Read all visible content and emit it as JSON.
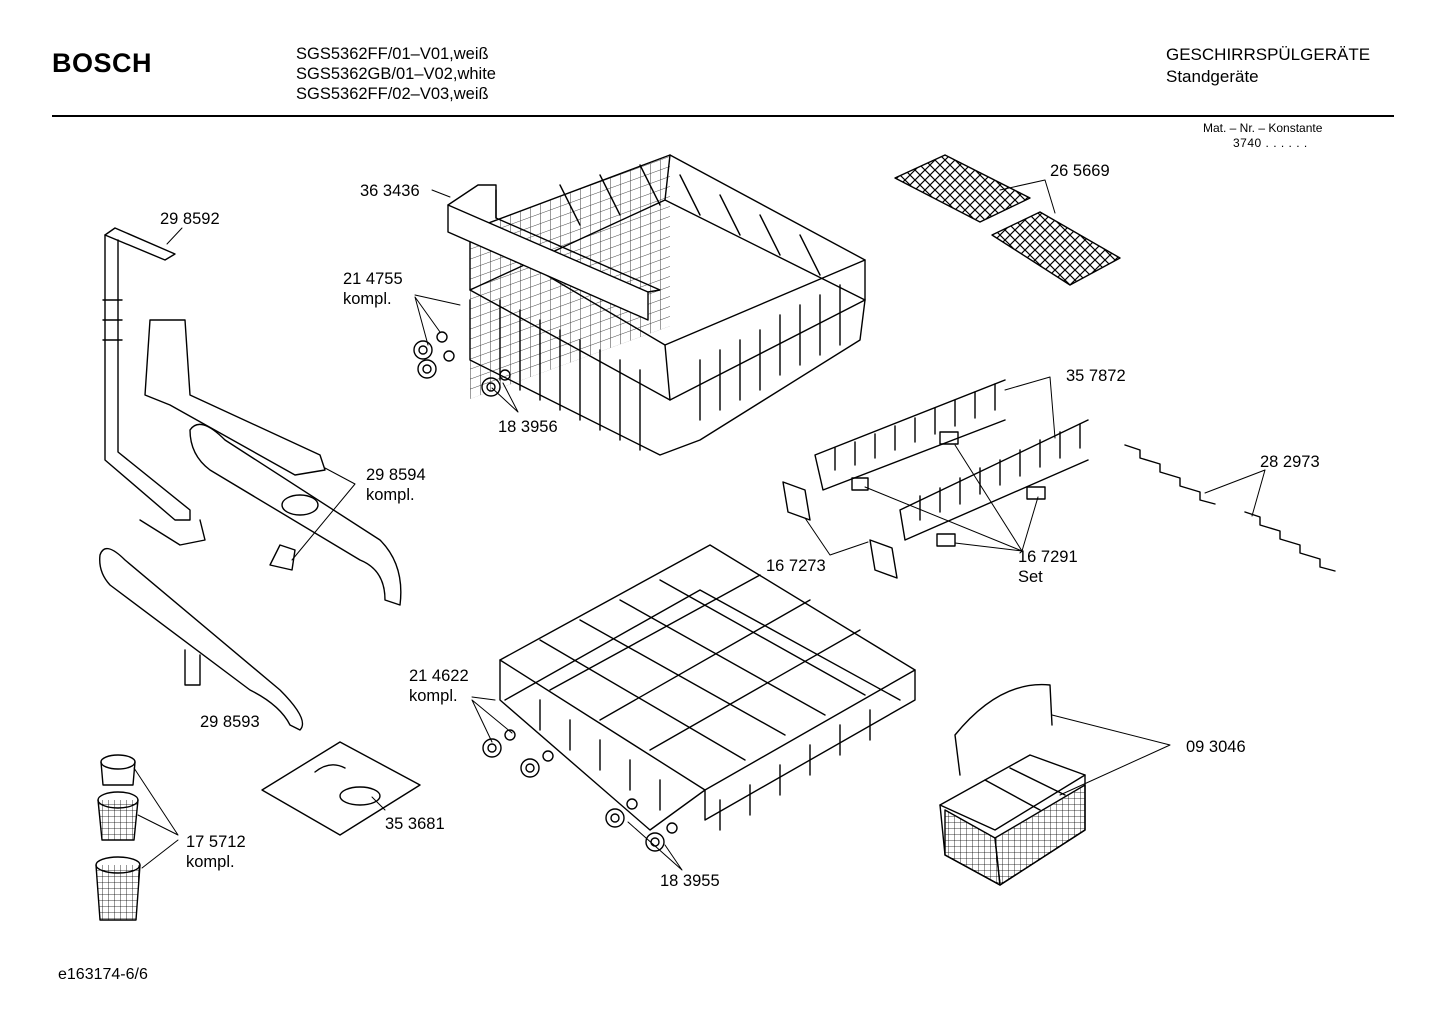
{
  "header": {
    "brand": "BOSCH",
    "models": [
      "SGS5362FF/01–V01,weiß",
      "SGS5362GB/01–V02,white",
      "SGS5362FF/02–V03,weiß"
    ],
    "category": "GESCHIRRSPÜLGERÄTE",
    "subcategory": "Standgeräte",
    "mat_label": "Mat. – Nr. – Konstante",
    "mat_value": "3740  .  .    .  .  .  ."
  },
  "parts": {
    "p363436": "36 3436",
    "p298592": "29 8592",
    "p214755": [
      "21 4755",
      "kompl."
    ],
    "p183956": "18 3956",
    "p298594": [
      "29 8594",
      "kompl."
    ],
    "p298593": "29 8593",
    "p175712": [
      "17 5712",
      "kompl."
    ],
    "p353681": "35 3681",
    "p214622": [
      "21 4622",
      "kompl."
    ],
    "p183955": "18 3955",
    "p265669": "26 5669",
    "p357872": "35 7872",
    "p282973": "28 2973",
    "p167273": "16 7273",
    "p167291": [
      "16 7291",
      "Set"
    ],
    "p093046": "09 3046"
  },
  "footer": {
    "code": "e163174-6/6"
  }
}
